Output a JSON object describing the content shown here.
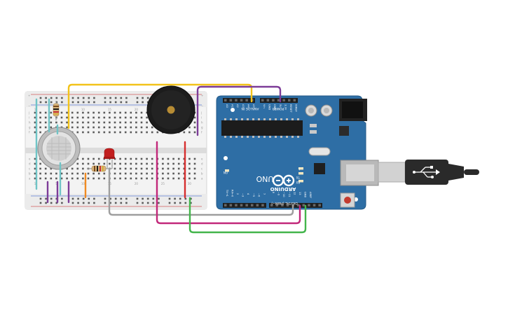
{
  "board": {
    "logo": "ARDUINO",
    "model": "UNO",
    "on_label": "ON",
    "analog_header": "ANALOG IN",
    "power_header": "POWER",
    "digital_header": "DIGITAL (PWM~)",
    "led_labels": [
      "RX",
      "TX",
      "L"
    ],
    "tx_rx": [
      "TX→1",
      "RX←0"
    ],
    "analog_pins": [
      "A0",
      "A1",
      "A2",
      "A3",
      "A4",
      "A5"
    ],
    "power_pins": [
      "Vin",
      "GND",
      "GND",
      "5V",
      "3.3V",
      "RESET",
      "IOREF"
    ],
    "digital_pins": [
      "2",
      "~3",
      "4",
      "~5",
      "~6",
      "7",
      "8",
      "~9",
      "~10",
      "~11",
      "12",
      "13",
      "GND",
      "AREF"
    ]
  },
  "breadboard": {
    "row_letters_top": [
      "j",
      "i",
      "h",
      "g",
      "f"
    ],
    "row_letters_bottom": [
      "e",
      "d",
      "c",
      "b",
      "a"
    ],
    "column_numbers": [
      "1",
      "5",
      "10",
      "15",
      "20",
      "25",
      "30"
    ],
    "rail_plus": "+",
    "rail_minus": "−"
  },
  "colors": {
    "board": "#2e6ea5",
    "wire_yellow": "#f2c31a",
    "wire_purple": "#7d3c98",
    "wire_gray": "#9e9e9e",
    "wire_magenta": "#c2287a",
    "wire_green": "#43b54b",
    "wire_red": "#d62e2e",
    "wire_teal": "#6fc4c6",
    "wire_orange": "#f08b22"
  },
  "icons": [
    "buzzer-icon",
    "gas-sensor-icon",
    "led-icon",
    "resistor-icon",
    "usb-cable-icon",
    "reset-button-icon",
    "power-jack-icon"
  ]
}
